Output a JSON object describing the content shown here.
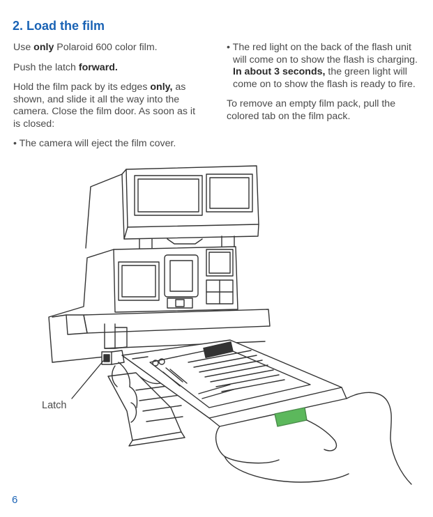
{
  "heading": "2. Load the film",
  "left_column": {
    "p1": {
      "before": "Use ",
      "bold": "only",
      "after": " Polaroid 600 color film."
    },
    "p2": {
      "before": "Push the latch ",
      "bold": "forward."
    },
    "p3": {
      "before": "Hold the film pack by its edges ",
      "bold": "only,",
      "after": " as shown, and slide it all the way into the camera. Close the film door. As soon as it is closed:"
    },
    "p4": {
      "bullet": "•",
      "text": "The camera will eject the film cover."
    }
  },
  "right_column": {
    "p1": {
      "bullet": "•",
      "before": "The red light on the back of the flash unit will come on to show the flash is charging. ",
      "bold": "In about 3 seconds,",
      "after": " the green light will come on to show the flash is ready to fire."
    },
    "p2": {
      "text": "To remove an empty film pack, pull the colored tab on the film pack."
    }
  },
  "illustration": {
    "callout_label": "Latch",
    "film_tab_color": "#5cb85c",
    "line_color": "#333333"
  },
  "page_number": "6"
}
